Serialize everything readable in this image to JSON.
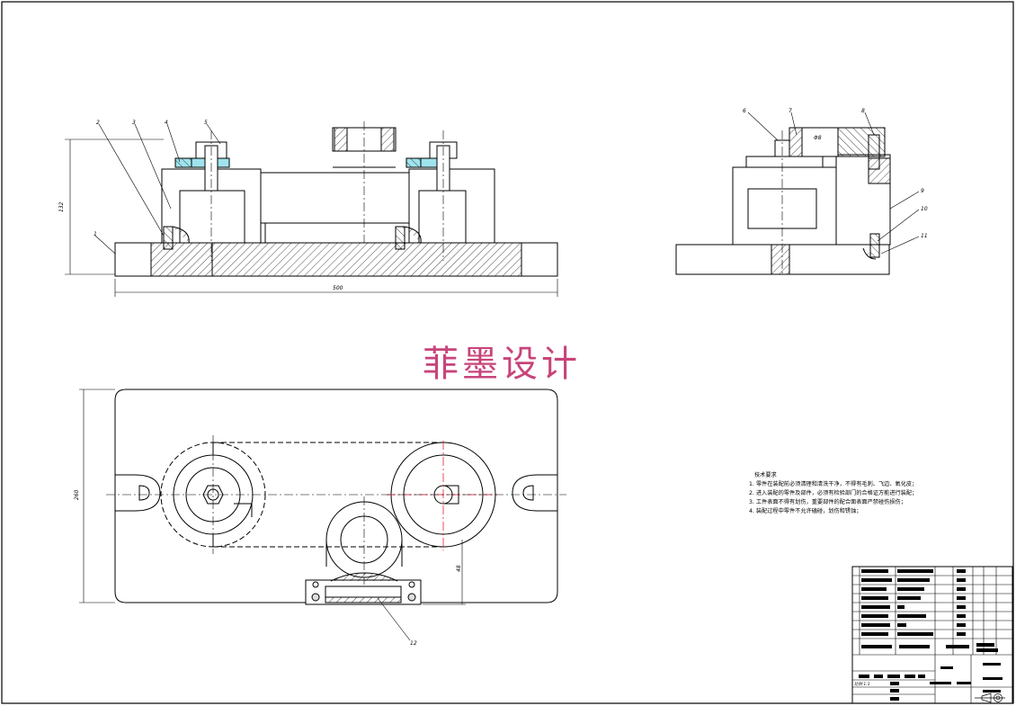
{
  "watermark": "菲墨设计",
  "dimensions": {
    "front_width": "500",
    "front_height": "132",
    "plan_height": "260",
    "plan_offset": "48"
  },
  "balloons": {
    "b1": "1",
    "b2": "2",
    "b3": "3",
    "b4": "4",
    "b5": "5",
    "b6": "6",
    "b7": "7",
    "b8": "8",
    "b9": "9",
    "b10": "10",
    "b11": "11",
    "b12": "12"
  },
  "side_view": {
    "bore_label": "Φ8"
  },
  "technical_requirements": {
    "title": "技术要求",
    "items": [
      "1. 零件在装配前必须清理和清洗干净，不得有毛刺、飞边、氧化皮；",
      "2. 进入装配的零件及部件，必须有检验部门的合格证方能进行装配；",
      "3. 工件表面不得有划伤，重要部件的配合面表面严禁碰伤损伤；",
      "4. 装配过程中零件不允许磕碰，划伤和锈蚀；"
    ]
  },
  "colors": {
    "line": "#000000",
    "hatch": "#000000",
    "centerline": "#e0001a",
    "washer_fill": "#9fe3ec",
    "watermark": "#c8447a"
  },
  "title_block": {
    "unit_label": "比例 1:1"
  }
}
